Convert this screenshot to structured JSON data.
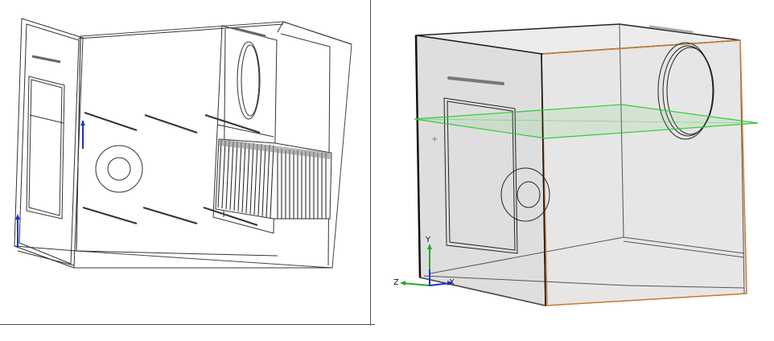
{
  "right_view": {
    "axis_labels": {
      "x": "X",
      "y": "Y",
      "z": "Z"
    }
  },
  "colors": {
    "edge": "#333333",
    "shaded_face": "#e6e6e6",
    "plane": "#33cc33",
    "highlight_edge": "#cc7a33",
    "axis_blue": "#1a33cc",
    "axis_green": "#22aa22"
  }
}
